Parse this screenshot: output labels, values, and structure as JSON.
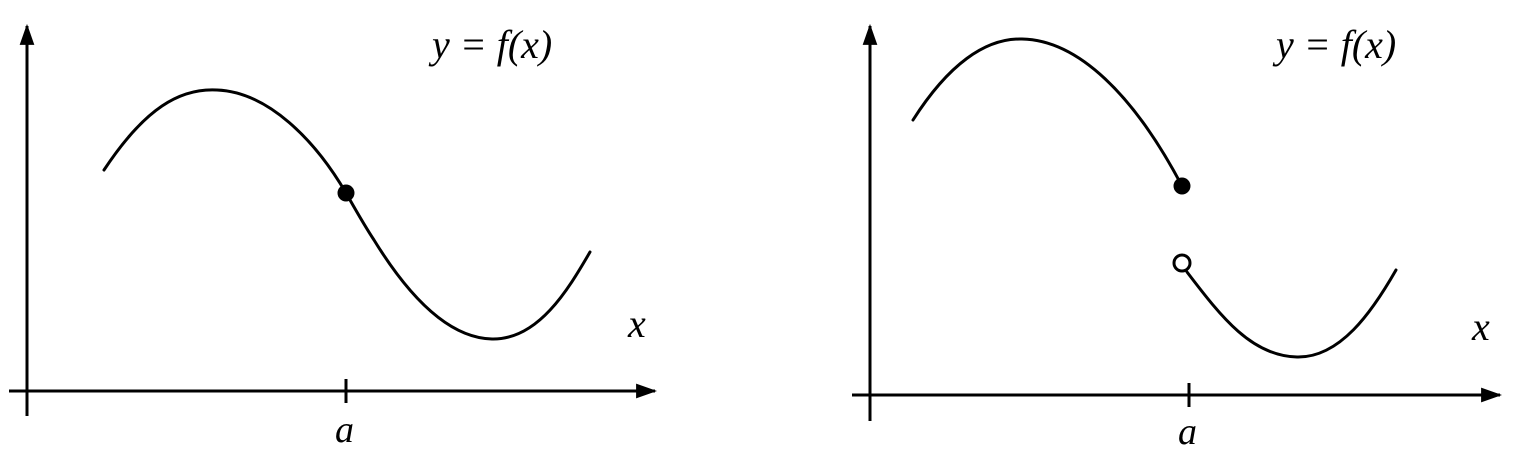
{
  "panels": [
    {
      "function_label": "y = f(x)",
      "x_axis_label": "x",
      "tick_label": "a",
      "point_style": "filled",
      "continuity": "continuous"
    },
    {
      "function_label": "y = f(x)",
      "x_axis_label": "x",
      "tick_label": "a",
      "point_style": "filled-and-open",
      "continuity": "jump-discontinuity"
    }
  ],
  "colors": {
    "stroke": "#000000",
    "background": "#ffffff"
  }
}
